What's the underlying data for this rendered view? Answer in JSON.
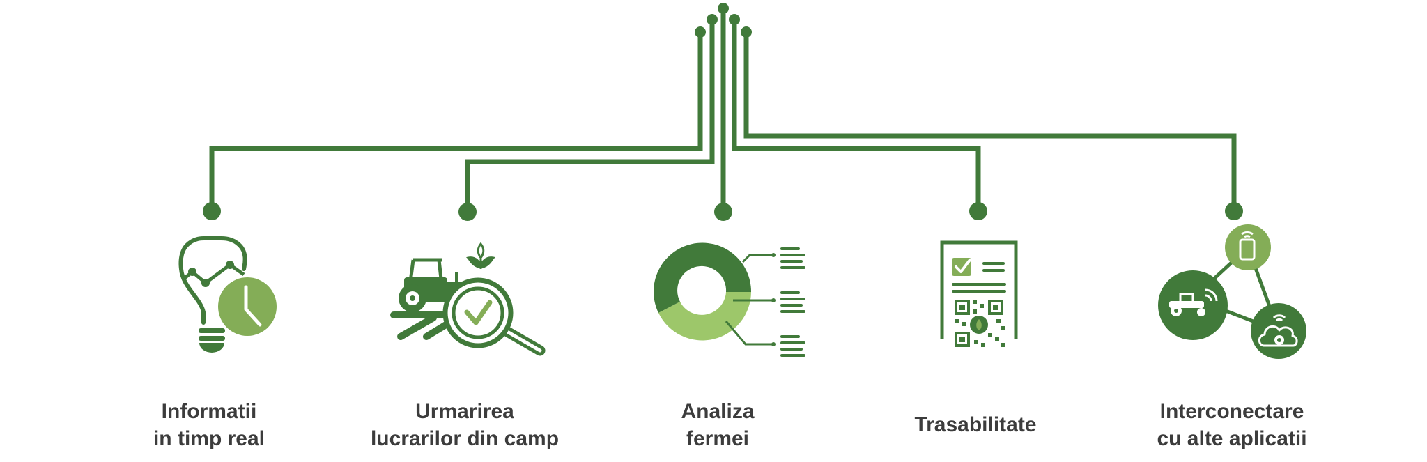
{
  "colors": {
    "dark_green": "#417a3a",
    "mid_green": "#84ad57",
    "light_green": "#9dc76a",
    "text": "#3c3c3c",
    "background": "#ffffff"
  },
  "features": [
    {
      "id": "realtime",
      "icon": "lightbulb-clock-icon",
      "line1": "Informatii",
      "line2": "in timp real"
    },
    {
      "id": "field-work",
      "icon": "tractor-magnifier-check-icon",
      "line1": "Urmarirea",
      "line2": "lucrarilor din camp"
    },
    {
      "id": "farm-analysis",
      "icon": "donut-chart-icon",
      "line1": "Analiza",
      "line2": "fermei"
    },
    {
      "id": "traceability",
      "icon": "document-qr-code-icon",
      "line1": "Trasabilitate",
      "line2": ""
    },
    {
      "id": "interconnect",
      "icon": "connected-network-icon",
      "line1": "Interconectare",
      "line2": "cu alte aplicatii"
    }
  ]
}
